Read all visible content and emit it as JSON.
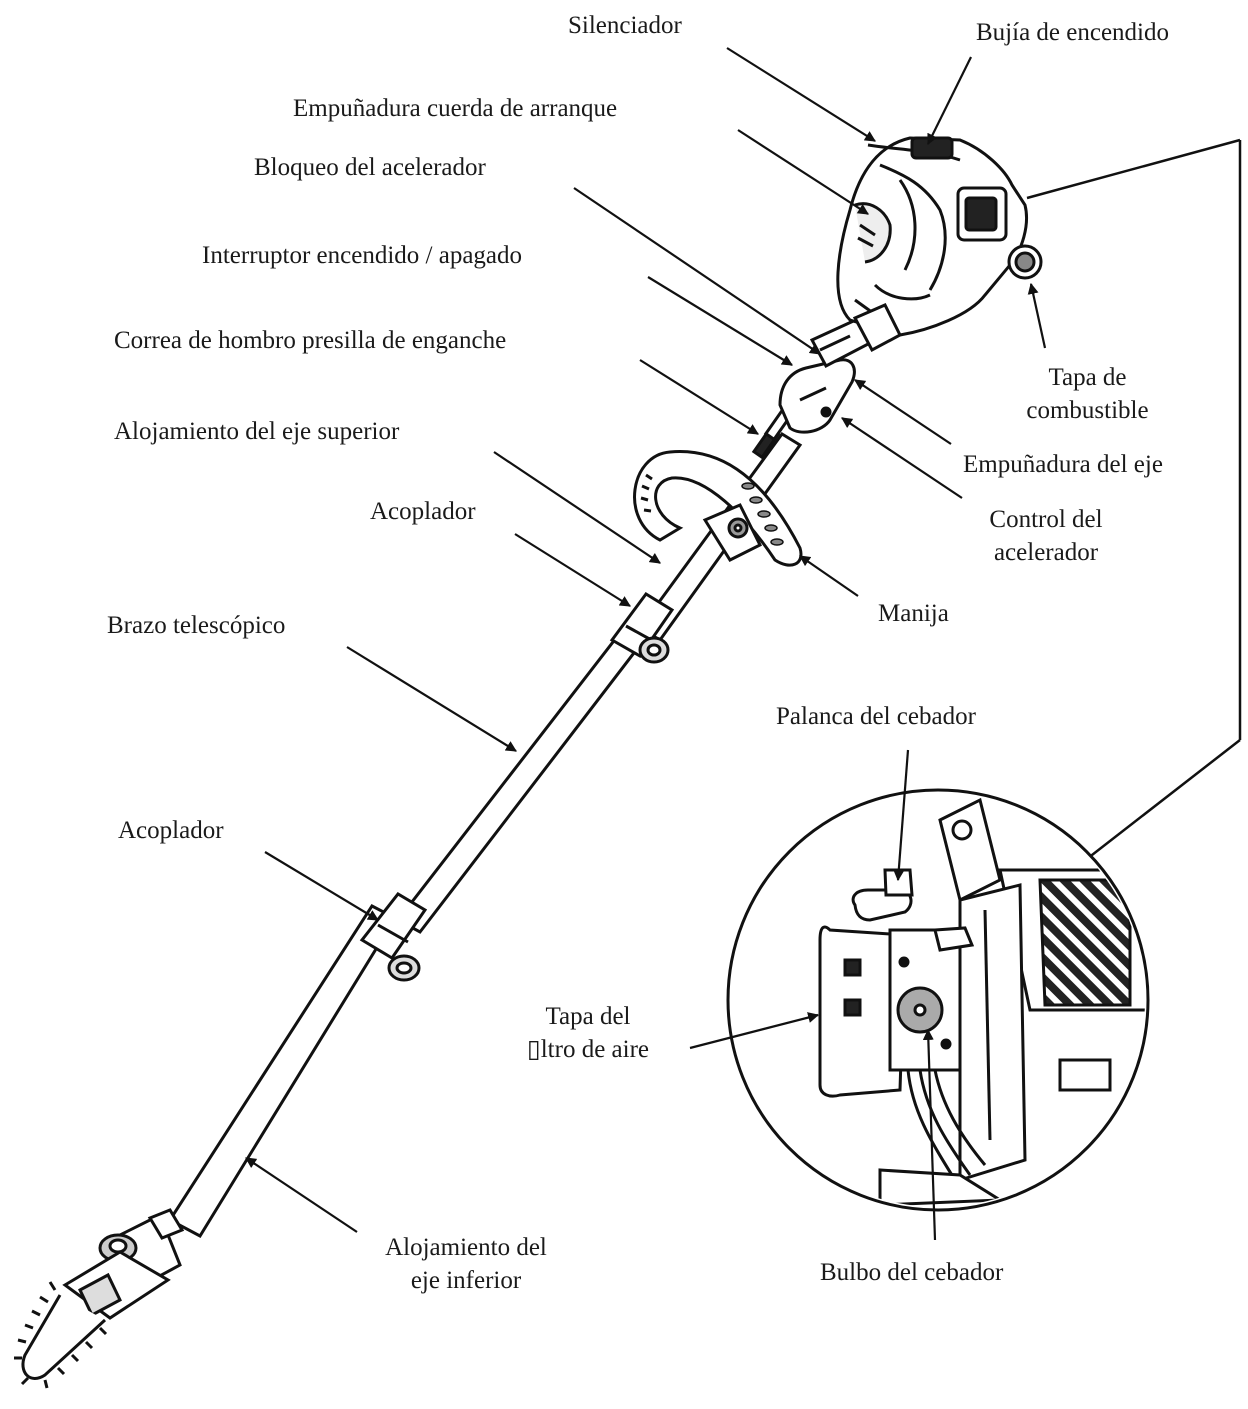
{
  "labels": {
    "silenciador": "Silenciador",
    "bujia": "Bujía de encendido",
    "empunadura_cuerda": "Empuñadura cuerda de arranque",
    "bloqueo_acelerador": "Bloqueo del acelerador",
    "interruptor": "Interruptor encendido / apagado",
    "correa": "Correa de hombro presilla de enganche",
    "alojamiento_superior": "Alojamiento del eje superior",
    "acoplador_1": "Acoplador",
    "brazo": "Brazo telescópico",
    "acoplador_2": "Acoplador",
    "alojamiento_inferior_1": "Alojamiento del",
    "alojamiento_inferior_2": "eje inferior",
    "tapa_combustible_1": "Tapa de",
    "tapa_combustible_2": "combustible",
    "empunadura_eje": "Empuñadura del eje",
    "control_1": "Control del",
    "control_2": "acelerador",
    "manija": "Manija",
    "palanca_cebador": "Palanca del cebador",
    "filtro_1": "Tapa del",
    "filtro_2": "▯ltro de aire",
    "bulbo_cebador": "Bulbo del cebador"
  }
}
